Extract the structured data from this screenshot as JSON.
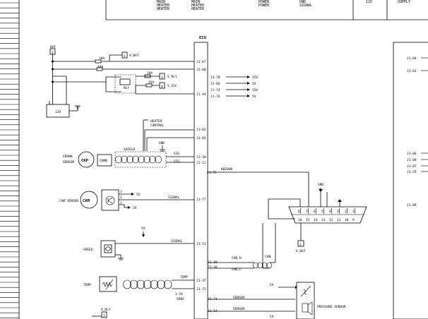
{
  "ecu_label": "ECU",
  "top_table": {
    "col1": [
      "MAIN",
      "HEATER",
      "HEATER"
    ],
    "col2": [
      "MAIN",
      "HEATER",
      "HEATER"
    ],
    "col3": [
      "POWER",
      "POWER"
    ],
    "col4": [
      "GND",
      "SIGNAL"
    ],
    "col5": "12V",
    "col6": "SUPPLY"
  },
  "power": {
    "bat_label": "BAT",
    "bat_num": "2",
    "battery_text": "12V",
    "fuse1": "10A",
    "fuse2": "40A",
    "fuse3": "10A",
    "fuse4": "15A",
    "relay_label": "RLY",
    "box1_num": "1",
    "box1_label": "V_BAT",
    "box3_num": "3",
    "box3_label": "V_RLY",
    "box4_num": "4",
    "box4_label": "V_IGC"
  },
  "pins_left": {
    "p67": "J1-67",
    "p60": "J1-60",
    "p70": "J1-70",
    "p66": "J1-66",
    "p74": "J1-74",
    "p44": "J1-44",
    "p76": "J1-76",
    "p02": "J1-02",
    "p03": "J1-03",
    "p30": "J1-30",
    "p11": "J1-11",
    "p75": "J1-75",
    "p77": "J1-77",
    "p51": "J1-51",
    "p39": "J1-39",
    "p38": "J1-38",
    "p37": "J1-37",
    "p73": "J1-73",
    "p71": "J1-71",
    "p54": "J1-54"
  },
  "outputs": [
    "15V",
    "5V",
    "15V",
    "5V"
  ],
  "heater": {
    "top_label": "HEATER",
    "top_label2": "CONTROL",
    "gnd": "GND",
    "sig1": "SIG",
    "sig2": "SIG"
  },
  "sensors": {
    "crank_label1": "CRANK",
    "crank_label2": "SENSOR",
    "crank_symbol": "CKP",
    "crank_conn": "CONN",
    "crank_shield": "SHIELD",
    "cam_label": "CAM SENSOR",
    "cam_symbol": "CAM",
    "cam_pin3": "3",
    "cam_pin2": "2",
    "cam_pin1": "1",
    "cam_5v": "5V",
    "cam_5v2": "5V",
    "cam_signal": "SIGNAL",
    "speed_label": "SPEED",
    "speed_signal": "SIGNAL",
    "speed_top": "5V",
    "temp_label": "TEMP",
    "temp_signal": "TEMP",
    "temp_5v": "3.5V",
    "temp_sub": "SENS"
  },
  "diag": {
    "kw_label": "KW2000",
    "gnd": "GND",
    "pins_top": [
      "8",
      "7",
      "6",
      "5",
      "4",
      "3",
      "2",
      "1"
    ],
    "pins_bottom": [
      "16",
      "15",
      "14",
      "13",
      "12",
      "11",
      "10",
      "9"
    ],
    "box_num": "2",
    "box_label": "V_BAT",
    "can_h": "CAN_H",
    "can_l": "CAN_L",
    "twist": "CAN"
  },
  "bottom": {
    "label1": "5V",
    "label2": "5V",
    "label3": "SENSOR",
    "label4": "SENSOR",
    "pressure_label": "PRESSURE SENSOR",
    "vrly_label": "V_RLY",
    "vrly_num": "3"
  },
  "right_pins": {
    "p04": "J1-04",
    "p01": "J1-01",
    "p06": "J1-06",
    "p08": "J1-08",
    "p07": "J1-07",
    "p25": "J1-25",
    "p09": "J1-09"
  }
}
